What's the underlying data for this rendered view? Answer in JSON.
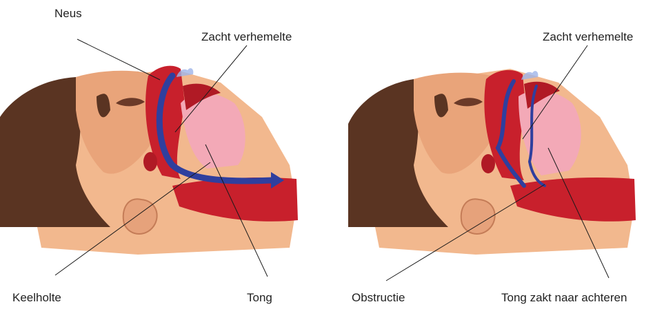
{
  "panels": [
    {
      "id": "normal",
      "labels": {
        "nose": "Neus",
        "soft_palate": "Zacht verhemelte",
        "pharynx": "Keelholte",
        "tongue": "Tong"
      }
    },
    {
      "id": "obstructed",
      "labels": {
        "soft_palate": "Zacht verhemelte",
        "obstruction": "Obstructie",
        "tongue_back": "Tong zakt naar achteren"
      }
    }
  ],
  "colors": {
    "hair": "#5a3422",
    "skin": "#f2b88e",
    "skin_shadow": "#d68a64",
    "tissue_red": "#c8202c",
    "tongue_pink": "#f3a9b7",
    "airflow_blue": "#2f3f9e",
    "leader_line": "#1a1a1a"
  }
}
